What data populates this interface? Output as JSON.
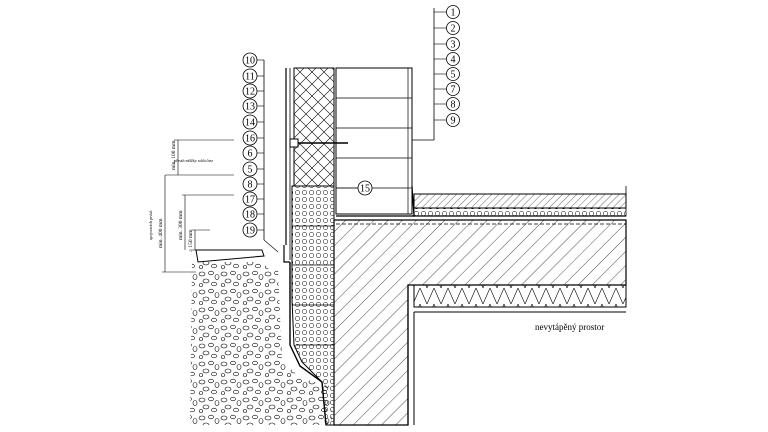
{
  "callouts_right": [
    "1",
    "2",
    "3",
    "4",
    "5",
    "7",
    "8",
    "9"
  ],
  "callouts_left": [
    "10",
    "11",
    "12",
    "13",
    "14",
    "16",
    "6",
    "5",
    "8",
    "17",
    "18",
    "19"
  ],
  "callout_mid": "15",
  "space_label": "nevytápěný prostor",
  "dimensions": {
    "min100": "min. 100 mm",
    "min400": "min. 400 mm",
    "min300": "min. 300 mm",
    "ge150": "≥ 150 mm"
  },
  "tiny_notes": {
    "note1": "přesah mřížky soklu bez",
    "note2": "spojovacích prvků"
  }
}
